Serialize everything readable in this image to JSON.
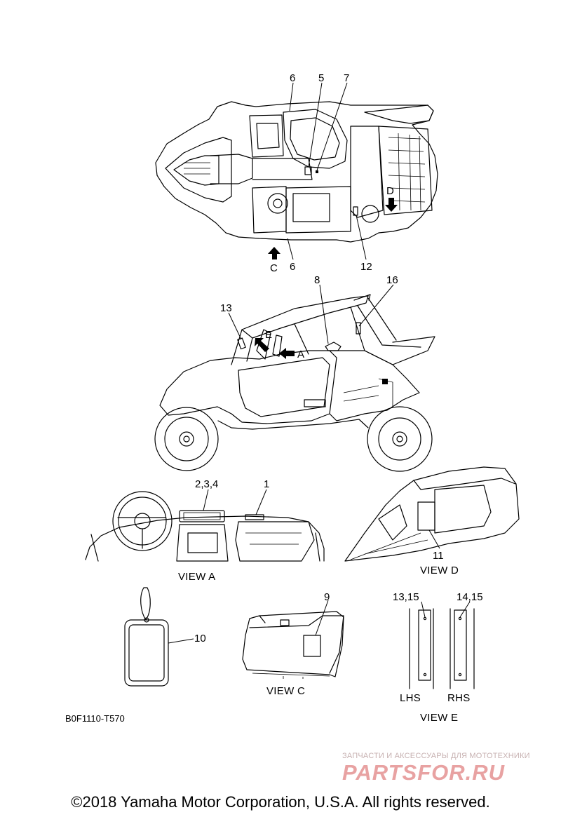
{
  "callouts": {
    "top_6a": "6",
    "top_5": "5",
    "top_7": "7",
    "top_d": "D",
    "top_c": "C",
    "top_6b": "6",
    "top_12": "12",
    "side_8": "8",
    "side_16": "16",
    "side_13": "13",
    "side_e": "E",
    "side_a": "A",
    "dash_234": "2,3,4",
    "dash_1": "1",
    "viewd_11": "11",
    "tag_10": "10",
    "viewc_9": "9",
    "viewe_1315": "13,15",
    "viewe_1415": "14,15"
  },
  "views": {
    "a": "VIEW A",
    "d": "VIEW D",
    "c": "VIEW C",
    "e": "VIEW E",
    "lhs": "LHS",
    "rhs": "RHS"
  },
  "diagram_code": "B0F1110-T570",
  "watermark": {
    "tagline": "ЗАПЧАСТИ И АКСЕССУАРЫ ДЛЯ МОТОТЕХНИКИ",
    "brand": "PARTSFOR.RU",
    "logo_color": "#e8a2a2"
  },
  "copyright": "©2018 Yamaha Motor Corporation, U.S.A. All rights reserved."
}
